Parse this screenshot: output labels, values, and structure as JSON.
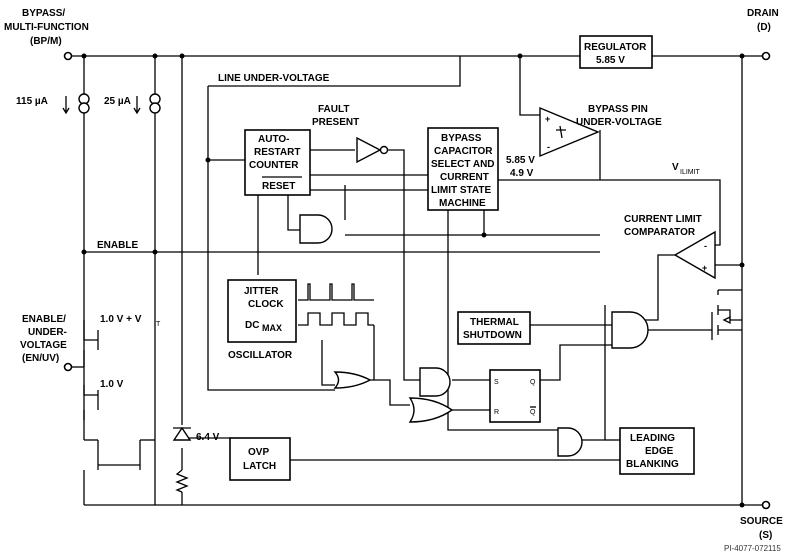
{
  "pins": {
    "bypass": [
      "BYPASS/",
      "MULTI-FUNCTION",
      "(BP/M)"
    ],
    "drain": [
      "DRAIN",
      "(D)"
    ],
    "source": [
      "SOURCE",
      "(S)"
    ],
    "en_uv": [
      "ENABLE/",
      "UNDER-",
      "VOLTAGE",
      "(EN/UV)"
    ]
  },
  "current_sources": {
    "i115": "115 µA",
    "i25": "25 µA"
  },
  "signals": {
    "line_uv": "LINE UNDER-VOLTAGE",
    "fault_present": [
      "FAULT",
      "PRESENT"
    ],
    "enable": "ENABLE",
    "bp_uv": [
      "BYPASS PIN",
      "UNDER-VOLTAGE"
    ],
    "v585": "5.85 V",
    "v49": "4.9 V",
    "vlimit": "V",
    "vlimit_sub": "ILIMIT",
    "cl_comp": [
      "CURRENT LIMIT",
      "COMPARATOR"
    ],
    "v10_vt": "1.0 V + V",
    "vt_sub": "T",
    "v10": "1.0 V",
    "v64": "6.4 V",
    "comp_minus": "-",
    "comp_plus": "+"
  },
  "blocks": {
    "regulator": [
      "REGULATOR",
      "5.85 V"
    ],
    "auto_restart": [
      "AUTO-",
      "RESTART",
      "COUNTER",
      "RESET"
    ],
    "bypass_cap": [
      "BYPASS",
      "CAPACITOR",
      "SELECT AND",
      "CURRENT",
      "LIMIT STATE",
      "MACHINE"
    ],
    "jitter": [
      "JITTER",
      "CLOCK",
      "DC",
      "MAX"
    ],
    "oscillator": "OSCILLATOR",
    "thermal": [
      "THERMAL",
      "SHUTDOWN"
    ],
    "ovp": [
      "OVP",
      "LATCH"
    ],
    "leb": [
      "LEADING",
      "EDGE",
      "BLANKING"
    ],
    "latch_pins": {
      "s": "S",
      "r": "R",
      "q": "Q",
      "qbar": "Q"
    }
  },
  "figure_ref": "PI-4077-072115"
}
